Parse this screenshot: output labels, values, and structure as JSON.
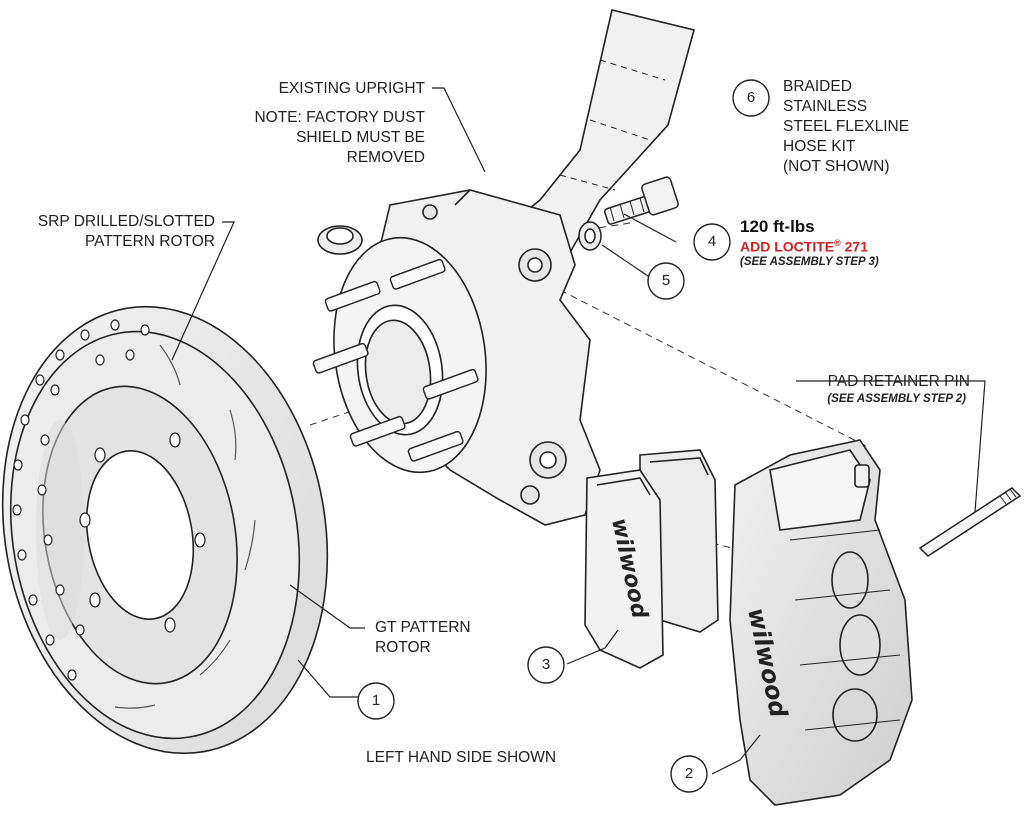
{
  "labels": {
    "upright": "EXISTING UPRIGHT",
    "upright_note": "NOTE: FACTORY DUST\nSHIELD MUST BE\nREMOVED",
    "flexline": "BRAIDED\nSTAINLESS\nSTEEL FLEXLINE\nHOSE KIT\n(NOT SHOWN)",
    "srp_rotor": "SRP DRILLED/SLOTTED\nPATTERN ROTOR",
    "torque": "120 ft-lbs",
    "loctite_prefix": "ADD LOCTITE",
    "loctite_reg": "®",
    "loctite_suffix": " 271",
    "assembly_step_3": "(SEE ASSEMBLY STEP 3)",
    "pad_pin": "PAD RETAINER PIN",
    "assembly_step_2": "(SEE ASSEMBLY STEP 2)",
    "gt_rotor": "GT PATTERN\nROTOR",
    "side_shown": "LEFT HAND SIDE SHOWN"
  },
  "callouts": [
    "1",
    "2",
    "3",
    "4",
    "5",
    "6"
  ],
  "brand": "wilwood",
  "colors": {
    "loctite_red": "#d42020",
    "line": "#222222",
    "part_fill": "#eeeeee"
  }
}
